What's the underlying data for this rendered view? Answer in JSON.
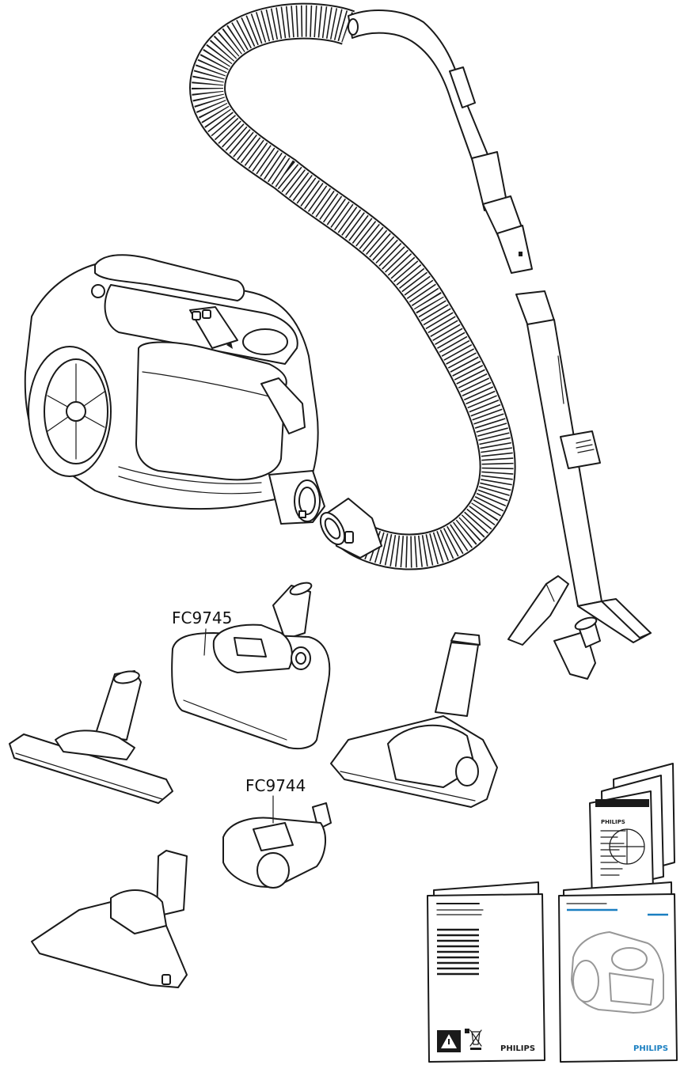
{
  "labels": {
    "turbo_brush": "FC9745",
    "mini_turbo_brush": "FC9744"
  },
  "documents": {
    "leaflet_brand": "PHILIPS",
    "safety_booklet_brand": "PHILIPS",
    "user_manual_brand": "PHILIPS"
  },
  "colors": {
    "line": "#1a1a1a",
    "background": "#ffffff",
    "brand_blue": "#1a7fc1"
  }
}
